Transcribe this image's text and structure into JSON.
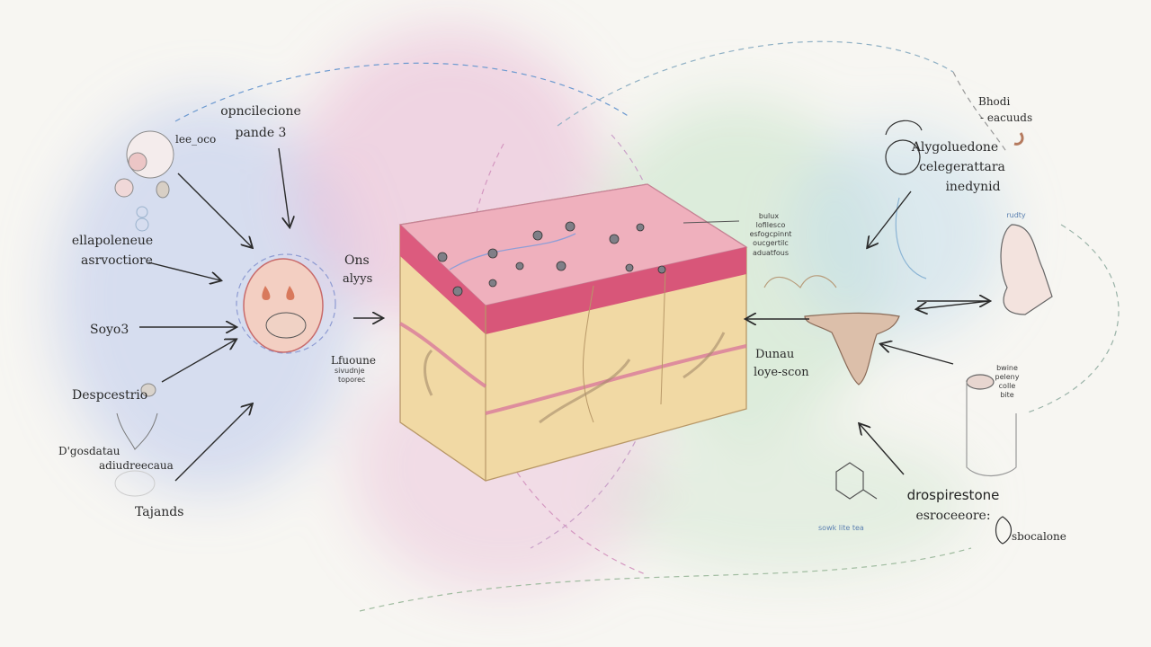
{
  "colors": {
    "pink_wash": "#e8b9d2",
    "blue_wash": "#b9c8ea",
    "green_wash": "#c4e2c6",
    "tissue_top": "#eeaab8",
    "tissue_red": "#d9557a",
    "tissue_body": "#f3dca8",
    "cell_fill": "#f3cfc2"
  },
  "left_labels": {
    "cell_label": "lee_oco",
    "top_label_1": "opncilecione",
    "top_label_2": "pande 3",
    "mid_label_1": "ellapoleneue",
    "mid_label_2": "asrvoctiore",
    "soyo_label": "Soyo3",
    "despcestrio_label": "Despcestrio",
    "dgos_label_1": "D'gosdatau",
    "dgos_label_2": "adiudreecaua",
    "tajands_label": "Tajands"
  },
  "center_labels": {
    "ons_1": "Ons",
    "ons_2": "alyys",
    "lfu_1": "Lfuoune",
    "lfu_2": "sivudnje",
    "lfu_3": "toporec"
  },
  "right_labels": {
    "small_block": [
      "bulux",
      "lofilesco",
      "esfogcpinnt",
      "oucgertilc",
      "aduatfous"
    ],
    "dunau_1": "Dunau",
    "dunau_2": "loye-scon",
    "bhodi_1": "Bhodi",
    "bhodi_2": "- eacuuds",
    "alygo_1": "Alygoluedone",
    "alygo_2": "celegerattara",
    "alygo_3": "inedynid",
    "rudty": "rudty",
    "bwine_block": [
      "bwine",
      "peleny",
      "colle",
      "bite"
    ],
    "drospi_1": "drospirestone",
    "drospi_2": "esroceeore:",
    "sbocalone": "sbocalone",
    "blue_note": "sowk lite tea"
  }
}
